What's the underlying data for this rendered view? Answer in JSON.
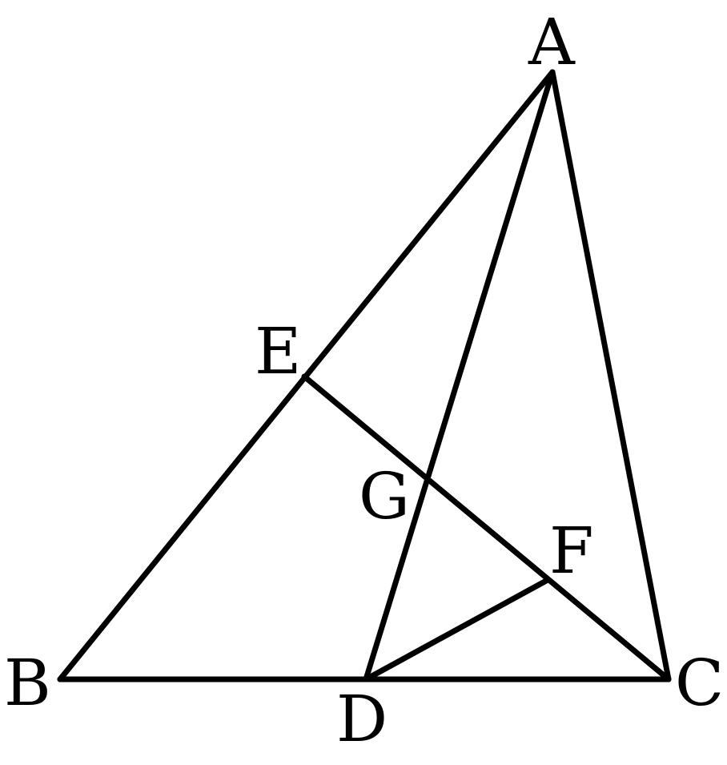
{
  "figure": {
    "points": {
      "A": "A",
      "B": "B",
      "C": "C",
      "D": "D",
      "E": "E",
      "F": "F",
      "G": "G"
    },
    "segments": [
      "AB",
      "BC",
      "CA",
      "AD",
      "EC",
      "DF"
    ],
    "line_color": "#000000",
    "background": "#ffffff"
  }
}
